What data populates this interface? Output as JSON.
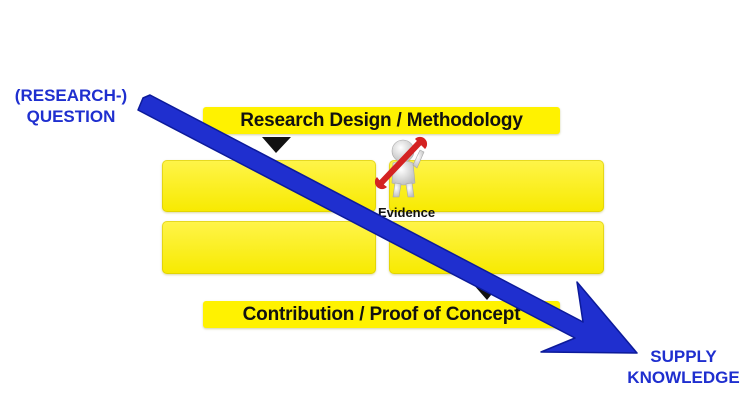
{
  "question_label": [
    "(RESEARCH-)",
    "QUESTION"
  ],
  "knowledge_label": [
    "SUPPLY",
    "KNOWLEDGE"
  ],
  "research_design_label": "Research Design / Methodology",
  "evidence_label": "Evidence",
  "contribution_label": "Contribution / Proof of Concept",
  "icons": {
    "figure": "person-with-wrench-icon",
    "down_arrow": "down-arrow-icon",
    "big_arrow": "diagonal-arrow"
  },
  "colors": {
    "highlight_yellow": "#fff200",
    "arrow_blue": "#1f2fcf",
    "wrench_red": "#d42222"
  }
}
